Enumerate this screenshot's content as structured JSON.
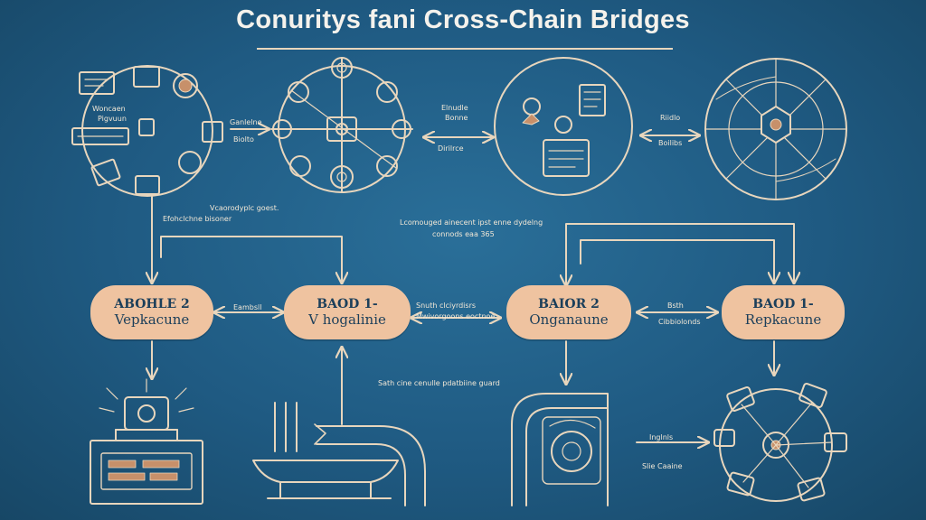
{
  "title": "Conuritys fani Cross-Chain Bridges",
  "nodes": [
    {
      "line1": "ABOHLE 2",
      "line2": "Vepkacune"
    },
    {
      "line1": "BAOD 1-",
      "line2": "V hogalinie"
    },
    {
      "line1": "BAIOR 2",
      "line2": "Onganaune"
    },
    {
      "line1": "BAOD 1-",
      "line2": "Repkacune"
    }
  ],
  "labels": {
    "top1a": "Ganlelne",
    "top1b": "Biolto",
    "top2a": "Elnudle",
    "top2b": "Bonne",
    "top2c": "Dirilrce",
    "top3a": "Riidlo",
    "top3b": "Boilibs",
    "ring1a": "Woncaen",
    "ring1b": "Pigvuun",
    "mid1a": "Vcaorodyplc goest.",
    "mid1b": "Efohclchne bisoner",
    "mid2a": "Lcomouged ainecent ipst enne dydelng",
    "mid2b": "connods eaa 365",
    "h1": "Eambsll",
    "h2a": "Snuth clciyrdisrs",
    "h2b": "Mwivorgoons eoctnoe",
    "h3a": "Bsth",
    "h3b": "Cibbiolonds",
    "low1": "Sath cine cenulle pdatbiine guard",
    "low2a": "Inglnls",
    "low2b": "Slie Caaine"
  },
  "colors": {
    "background": "#1f5a82",
    "line": "#e8d6bd",
    "node_fill": "#efc3a0",
    "node_text": "#1c3f5a"
  }
}
